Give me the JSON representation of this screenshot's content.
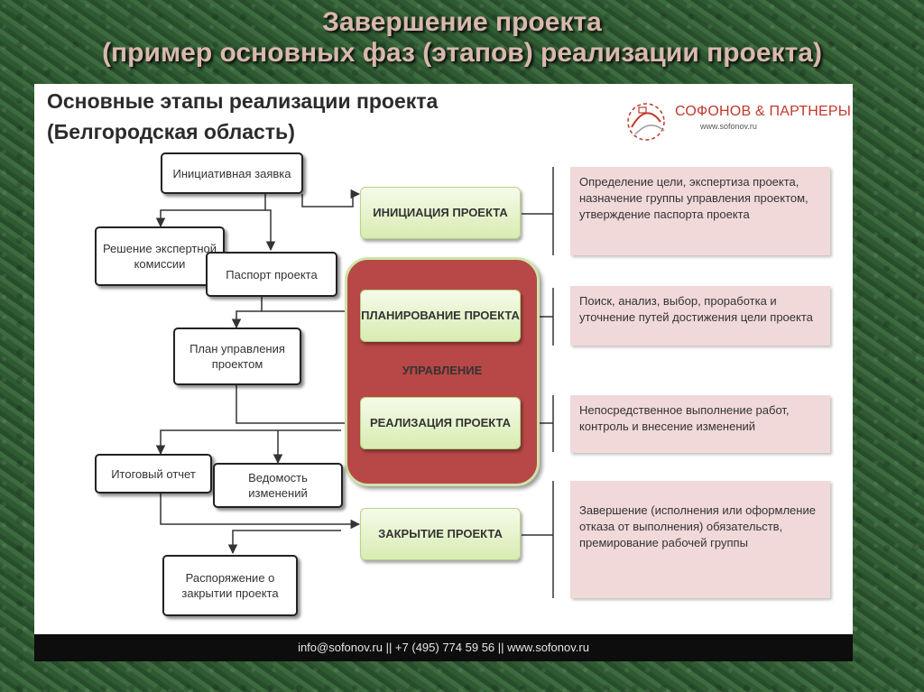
{
  "slide": {
    "title_line1": "Завершение проекта",
    "title_line2": "(пример основных фаз (этапов) реализации проекта)"
  },
  "panel": {
    "title_line1": "Основные этапы реализации проекта",
    "title_line2": "(Белгородская область)",
    "logo_name": "СОФОНОВ & ПАРТНЕРЫ",
    "logo_site": "www.sofonov.ru",
    "footer": "info@sofonov.ru || +7 (495) 774 59 56 || www.sofonov.ru"
  },
  "documents": {
    "initiative": "Инициативная заявка",
    "expert": "Решение экспертной комиссии",
    "passport": "Паспорт проекта",
    "plan": "План управления проектом",
    "final_report": "Итоговый отчет",
    "changes": "Ведомость изменений",
    "order": "Распоряжение о закрытии проекта"
  },
  "phases": {
    "initiation": "ИНИЦИАЦИЯ ПРОЕКТА",
    "planning": "ПЛАНИРОВАНИЕ ПРОЕКТА",
    "management": "УПРАВЛЕНИЕ",
    "implementation": "РЕАЛИЗАЦИЯ ПРОЕКТА",
    "closing": "ЗАКРЫТИЕ ПРОЕКТА"
  },
  "descriptions": {
    "initiation": "Определение цели, экспертиза проекта, назначение группы управления проектом, утверждение паспорта проекта",
    "planning": "Поиск, анализ, выбор, проработка и уточнение путей достижения цели проекта",
    "implementation": "Непосредственное выполнение работ, контроль и внесение изменений",
    "closing": "Завершение (исполнения или оформление отказа от выполнения) обязательств, премирование рабочей группы"
  },
  "colors": {
    "title": "#d9b8ad",
    "management_fill": "#b84747",
    "phase_fill": "#d8ecb2",
    "description_fill": "#f1d9d9",
    "logo": "#c0392b"
  }
}
